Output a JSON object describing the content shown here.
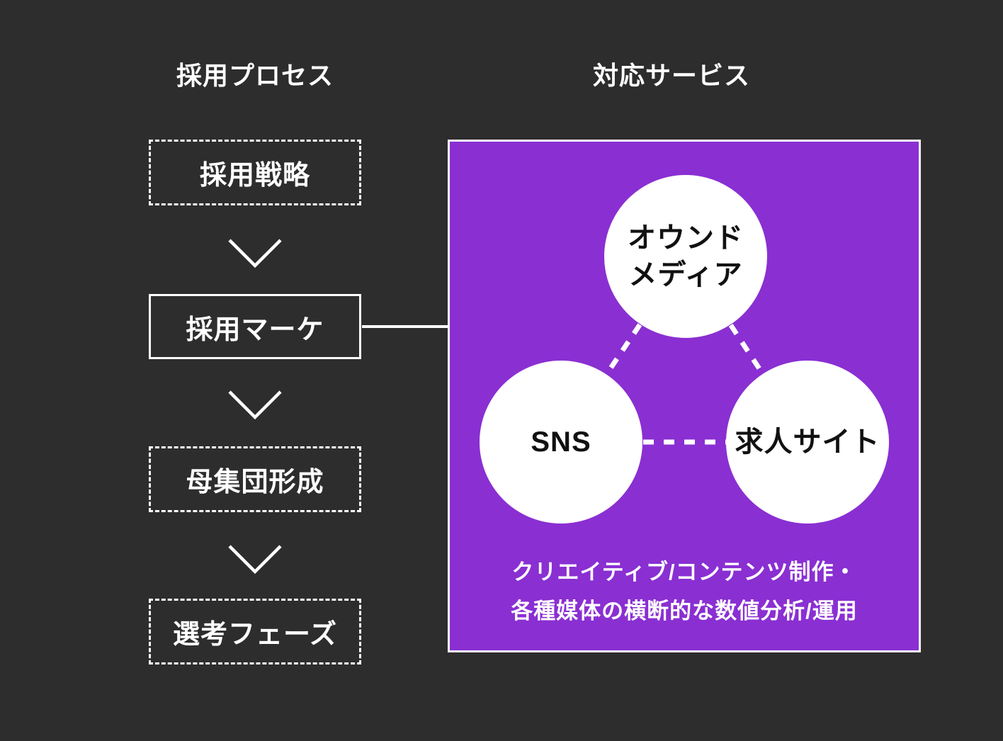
{
  "colors": {
    "background": "#2d2d2e",
    "panel_purple": "#8a2fd2",
    "box_border_white": "#ffffff",
    "bubble_fill": "#ffffff",
    "bubble_text": "#111111",
    "caption_text": "#ffffff"
  },
  "left_column": {
    "header": "採用プロセス",
    "steps": [
      {
        "label": "採用戦略",
        "border_style": "dotted"
      },
      {
        "label": "採用マーケ",
        "border_style": "solid"
      },
      {
        "label": "母集団形成",
        "border_style": "dotted"
      },
      {
        "label": "選考フェーズ",
        "border_style": "dotted"
      }
    ]
  },
  "right_column": {
    "header": "対応サービス",
    "bubbles": [
      {
        "id": "owned-media",
        "line1": "オウンド",
        "line2": "メディア"
      },
      {
        "id": "sns",
        "line1": "SNS"
      },
      {
        "id": "job-site",
        "line1": "求人サイト"
      }
    ],
    "caption": {
      "line1": "クリエイティブ/コンテンツ制作・",
      "line2": "各種媒体の横断的な数値分析/運用"
    },
    "connections": [
      "owned-media~sns",
      "owned-media~job-site",
      "sns~job-site"
    ]
  }
}
